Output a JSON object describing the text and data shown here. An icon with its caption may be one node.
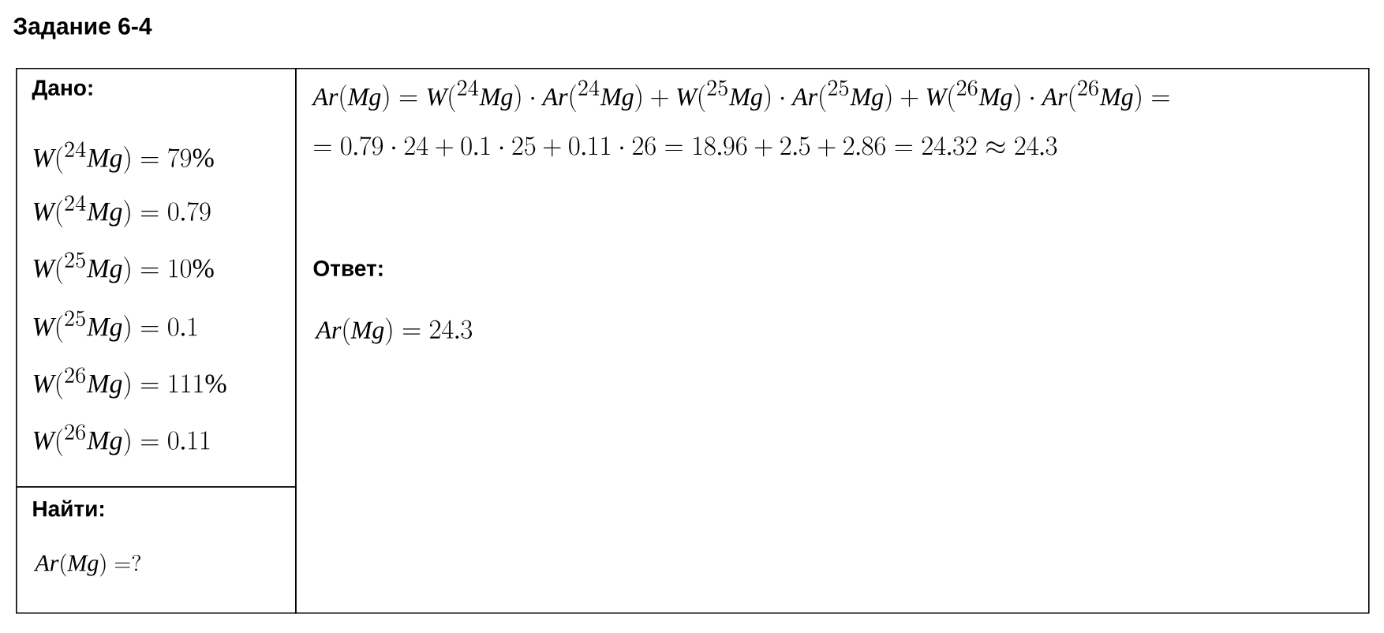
{
  "diagram": {
    "title": "Задание 6-4",
    "nodes": [
      {
        "text": [
          "Дано:",
          "W(^{24}Mg)=79\\%",
          "W(^{24}Mg)=0.79",
          "W(^{25}Mg)=10\\%",
          "W(^{25}Mg)=0.1",
          "W(^{26}Mg)=111\\%",
          "W(^{26}Mg)=0.11"
        ]
      },
      {
        "text": [
          "Найти:",
          "Ar(Mg)=?"
        ]
      },
      {
        "text": [
          "Ar(Mg)=W(^{24}Mg)\\cdot Ar(^{24}Mg)+W(^{25}Mg)\\cdot Ar(^{25}Mg)+W(^{26}Mg)\\cdot Ar(^{26}Mg)=",
          "=0.79\\cdot 24+0.1\\cdot 25+0.11\\cdot 26=18.96+2.5+2.86=24.32\\approx 24.3",
          "Ответ:",
          "Ar(Mg)=24.3"
        ]
      }
    ]
  }
}
